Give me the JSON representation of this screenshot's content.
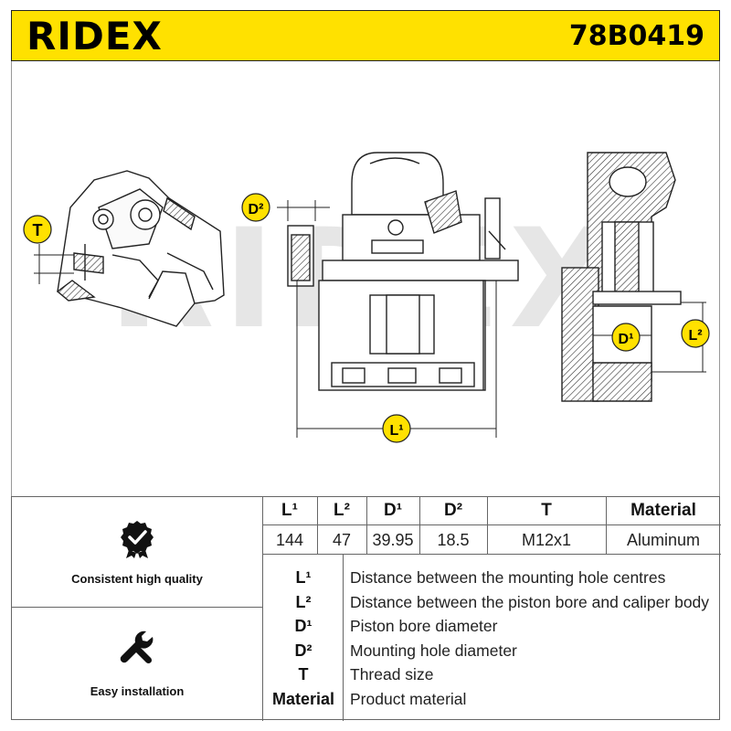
{
  "header": {
    "brand": "RIDEX",
    "part_number": "78B0419"
  },
  "drawing": {
    "watermark": "RIDEX",
    "dimension_labels": {
      "T": "T",
      "D2": "D²",
      "D1": "D¹",
      "L1": "L¹",
      "L2": "L²"
    }
  },
  "features": [
    {
      "label": "Consistent high quality",
      "icon": "quality-badge-icon"
    },
    {
      "label": "Easy installation",
      "icon": "wrench-icon"
    }
  ],
  "spec_table": {
    "headers": [
      "L¹",
      "L²",
      "D¹",
      "D²",
      "T",
      "Material"
    ],
    "values": [
      "144",
      "47",
      "39.95",
      "18.5",
      "M12x1",
      "Aluminum"
    ]
  },
  "legend": [
    {
      "key": "L¹",
      "description": "Distance between the mounting hole centres"
    },
    {
      "key": "L²",
      "description": "Distance between the piston bore and caliper body"
    },
    {
      "key": "D¹",
      "description": "Piston bore diameter"
    },
    {
      "key": "D²",
      "description": "Mounting hole diameter"
    },
    {
      "key": "T",
      "description": "Thread size"
    },
    {
      "key": "Material",
      "description": "Product material"
    }
  ],
  "colors": {
    "brand_yellow": "#ffe100",
    "label_badge": "#ffe100",
    "line": "#333333"
  }
}
